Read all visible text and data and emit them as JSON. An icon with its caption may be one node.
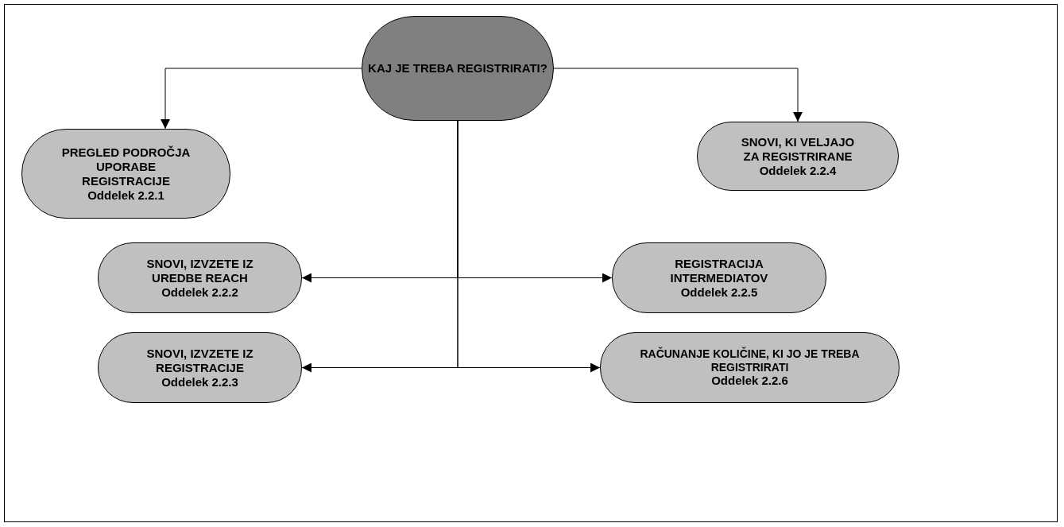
{
  "diagram": {
    "nodes": [
      {
        "text": [
          "KAJ JE TREBA REGISTRIRATI?"
        ]
      },
      {
        "text": [
          "PREGLED PODROČJA UPORABE REGISTRACIJE",
          "Oddelek 2.2.1"
        ]
      },
      {
        "text": [
          "SNOVI, KI VELJAJO ZA REGISTRIRANE",
          "Oddelek 2.2.4"
        ]
      },
      {
        "text": [
          "SNOVI, IZVZETE IZ UREDBE REACH",
          "Oddelek 2.2.2"
        ]
      },
      {
        "text": [
          "REGISTRACIJA INTERMEDIATOV",
          "Oddelek 2.2.5"
        ]
      },
      {
        "text": [
          "SNOVI, IZVZETE IZ REGISTRACIJE",
          "Oddelek 2.2.3"
        ]
      },
      {
        "text": [
          "RAČUNANJE KOLIČINE, KI JO JE TREBA REGISTRIRATI",
          "Oddelek 2.2.6"
        ]
      }
    ],
    "edges": [
      {
        "from": 0,
        "to": 1,
        "arrow": "to"
      },
      {
        "from": 0,
        "to": 2,
        "arrow": "to"
      },
      {
        "from": 0,
        "to": 3,
        "arrow": "to"
      },
      {
        "from": 0,
        "to": 4,
        "arrow": "to"
      },
      {
        "from": 0,
        "to": 5,
        "arrow": "to"
      },
      {
        "from": 0,
        "to": 6,
        "arrow": "to"
      }
    ]
  }
}
